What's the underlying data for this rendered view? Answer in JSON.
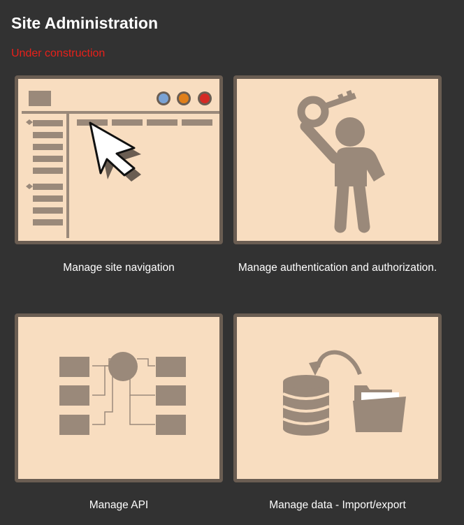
{
  "page": {
    "title": "Site Administration",
    "status": "Under construction"
  },
  "colors": {
    "background": "#323232",
    "status": "#e8201a",
    "tile_fill": "#f8ddc0",
    "tile_border": "#6a5d52",
    "icon": "#9a897a"
  },
  "tiles": [
    {
      "label": "Manage site navigation",
      "icon": "browser-window-cursor-icon"
    },
    {
      "label": "Manage authentication and authorization.",
      "icon": "person-holding-key-icon"
    },
    {
      "label": "Manage API",
      "icon": "api-network-icon"
    },
    {
      "label": "Manage data - Import/export",
      "icon": "database-to-folder-icon"
    }
  ]
}
